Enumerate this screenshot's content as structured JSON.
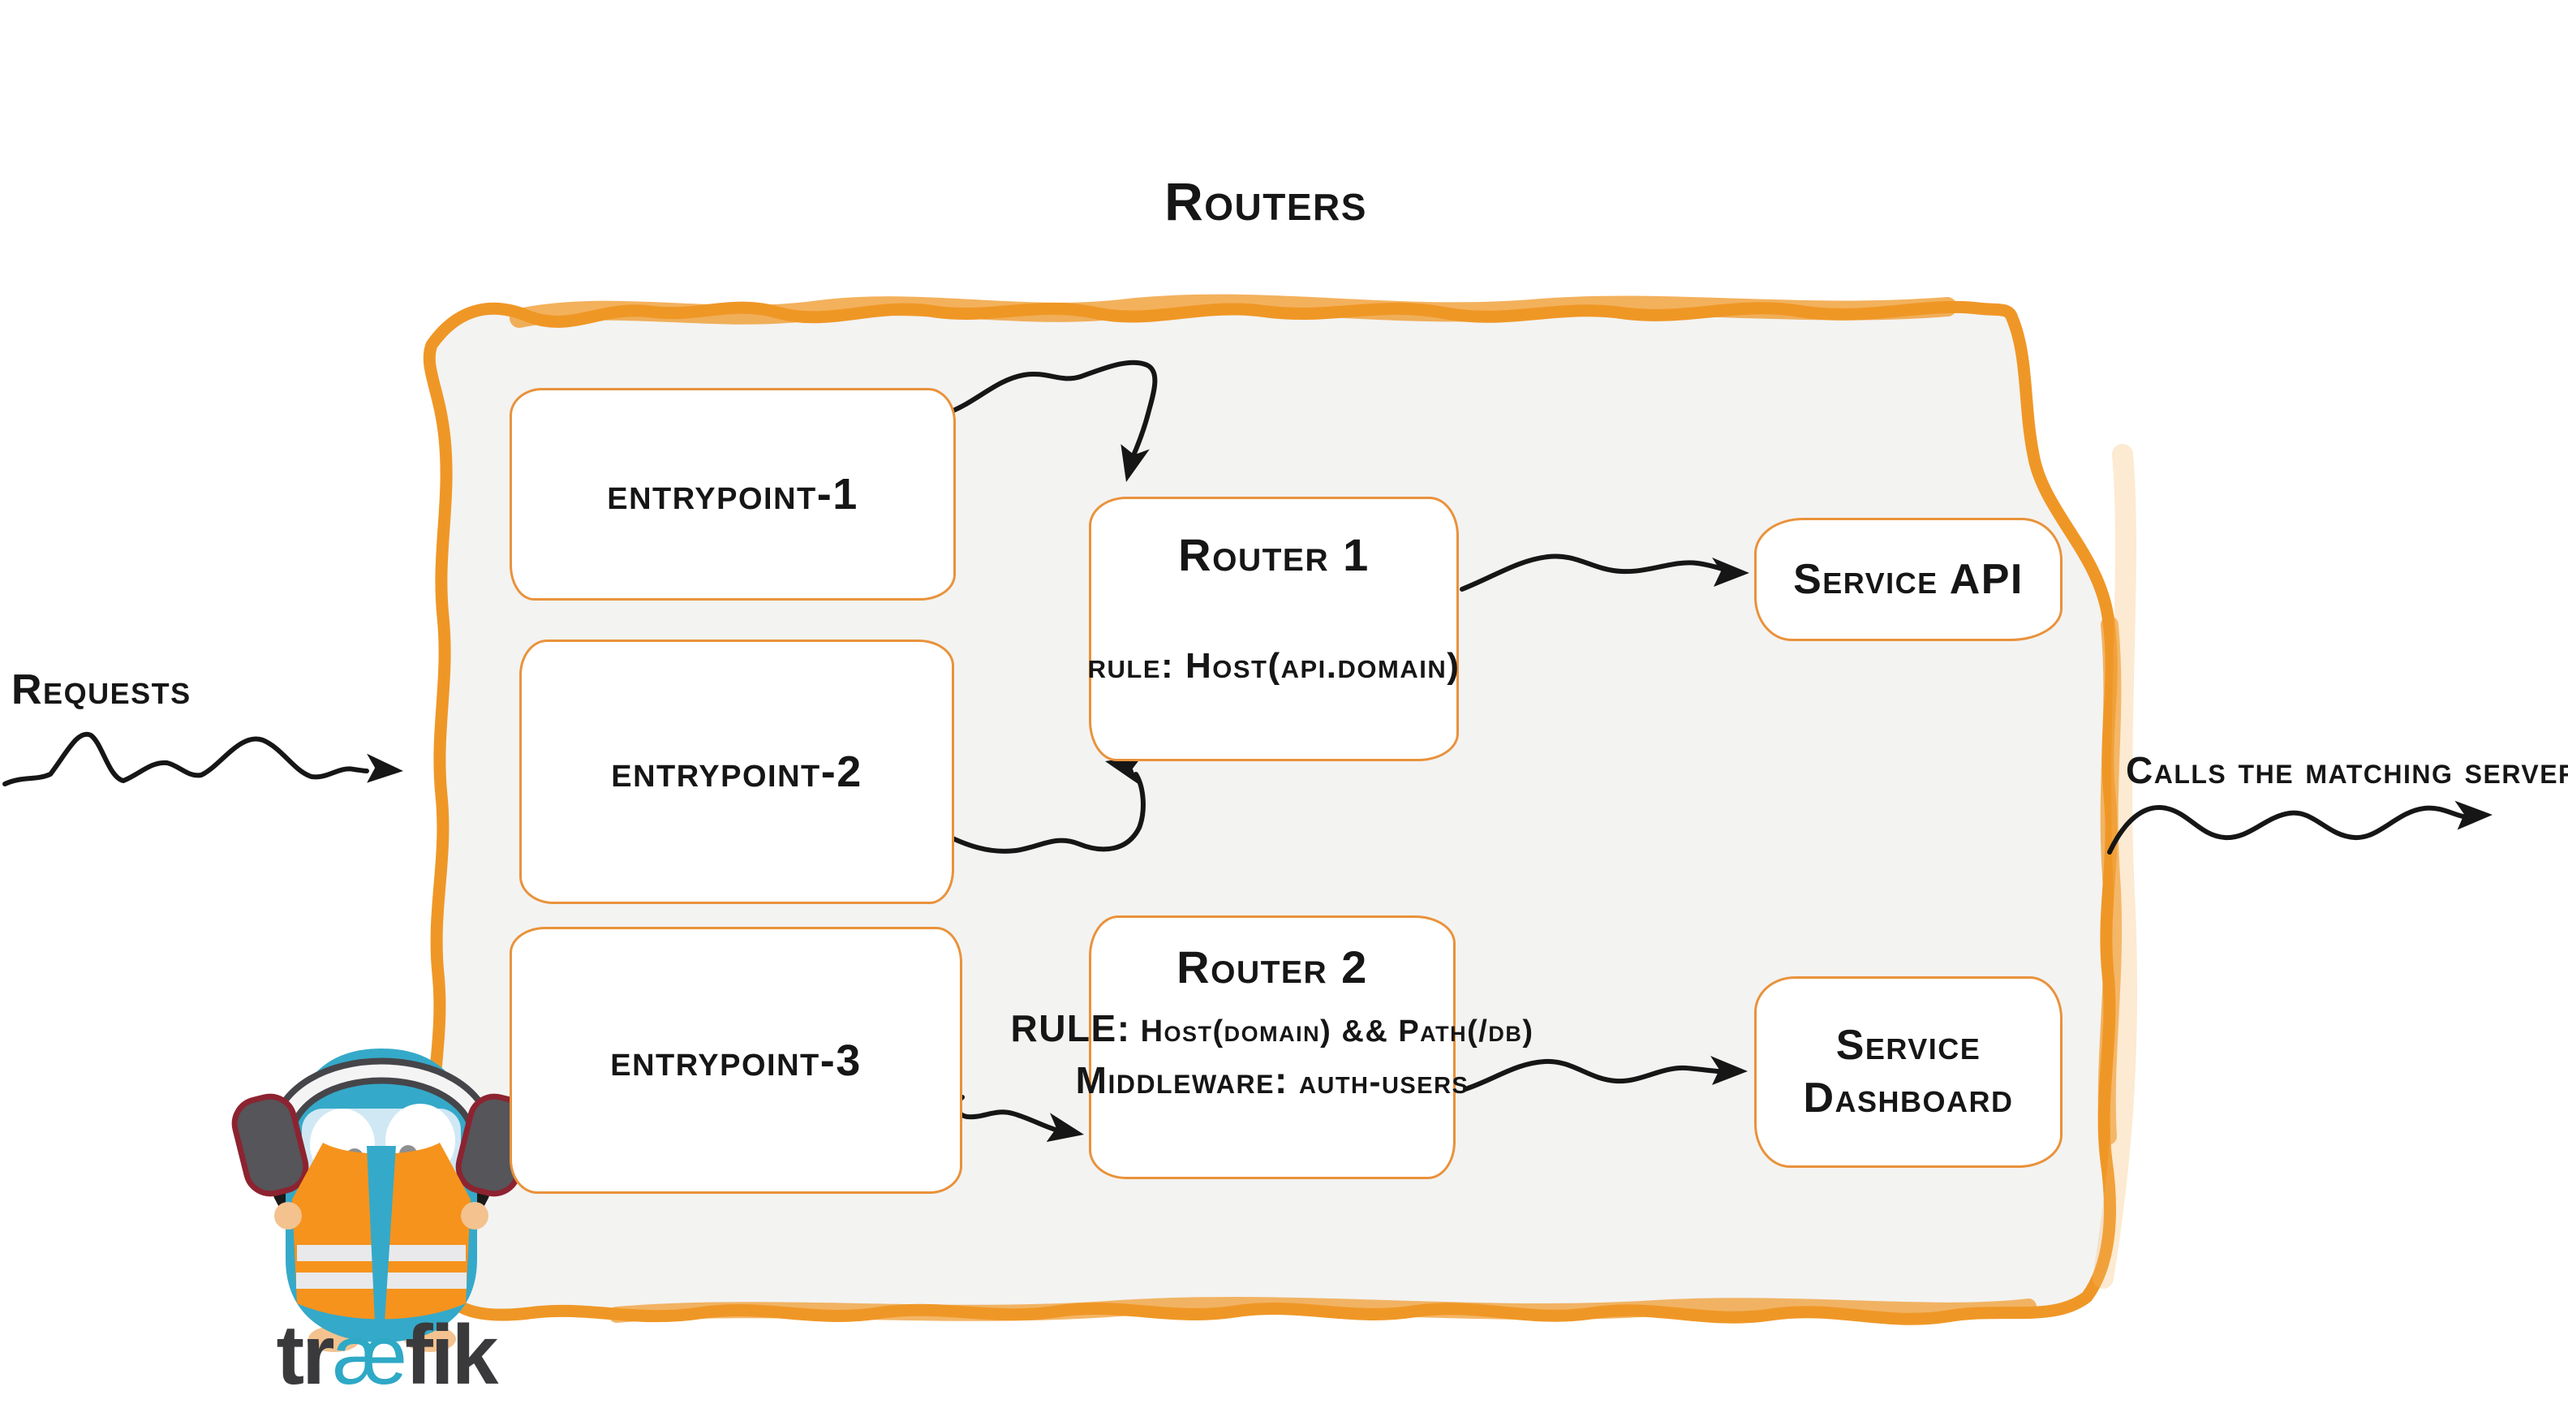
{
  "title": "Routers",
  "annotations": {
    "requests": "Requests",
    "calls": "Calls the matching server"
  },
  "entrypoints": [
    {
      "label": "entrypoint-1"
    },
    {
      "label": "entrypoint-2"
    },
    {
      "label": "entrypoint-3"
    }
  ],
  "routers": [
    {
      "name": "Router 1",
      "rule_label": "rule:",
      "rule_value": "Host(api.domain)"
    },
    {
      "name": "Router 2",
      "rule_label": "RULE:",
      "rule_value": "Host(domain) && Path(/db)",
      "middleware_label": "Middleware:",
      "middleware_value": "auth-users"
    }
  ],
  "services": [
    {
      "line1": "Service API"
    },
    {
      "line1": "Service",
      "line2": "Dashboard"
    }
  ],
  "logo": {
    "tr": "tr",
    "ae": "æ",
    "fik": "fik"
  },
  "colors": {
    "accent_orange": "#ef9726",
    "box_border_orange": "#e9923b",
    "ink": "#161616",
    "container_fill": "#f3f3f2",
    "gopher_blue": "#35a9c9",
    "vest_orange": "#f6931d",
    "baton_green": "#c7da3c",
    "logo_gray": "#3a3a3c",
    "logo_blue": "#2ea9c6"
  }
}
